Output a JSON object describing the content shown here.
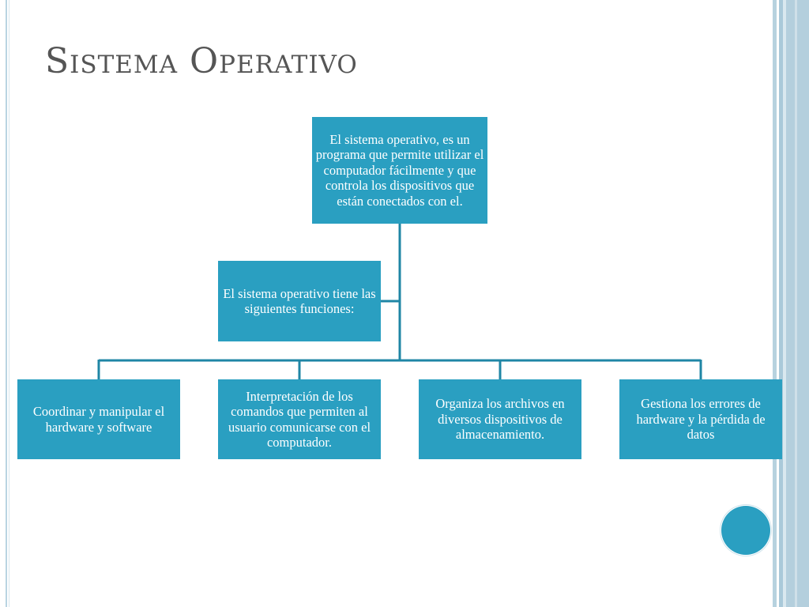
{
  "slide": {
    "title": "Sistema Operativo"
  },
  "diagram": {
    "root": "El sistema operativo, es un programa que permite utilizar  el computador fácilmente y que controla los dispositivos que están conectados con el.",
    "assistant": "El sistema operativo tiene las siguientes funciones:",
    "children": [
      "Coordinar y manipular el hardware y software",
      "Interpretación de los comandos que permiten al usuario comunicarse con el computador.",
      "Organiza los archivos en diversos dispositivos de almacenamiento.",
      "Gestiona los errores de hardware y la pérdida de datos"
    ]
  },
  "colors": {
    "box_fill": "#2a9fc1",
    "connector": "#1f86a5",
    "title_text": "#555555",
    "decor_stripe": "#b4cfdd"
  }
}
